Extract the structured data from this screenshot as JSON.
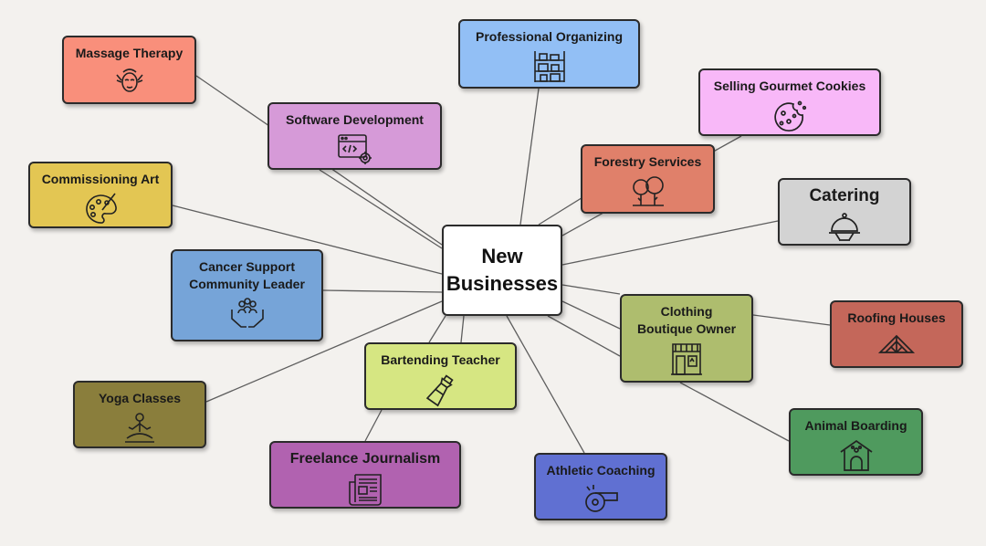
{
  "center": {
    "label": "New\nBusinesses"
  },
  "nodes": [
    {
      "id": "massage",
      "label": "Massage Therapy",
      "color": "#f98f7b",
      "icon": "face-massage-icon"
    },
    {
      "id": "organizing",
      "label": "Professional Organizing",
      "color": "#92bff5",
      "icon": "shelving-icon"
    },
    {
      "id": "cookies",
      "label": "Selling Gourmet Cookies",
      "color": "#f8b8f8",
      "icon": "cookie-icon"
    },
    {
      "id": "software",
      "label": "Software Development",
      "color": "#d69ad8",
      "icon": "code-window-icon"
    },
    {
      "id": "forestry",
      "label": "Forestry Services",
      "color": "#e0806a",
      "icon": "trees-icon"
    },
    {
      "id": "art",
      "label": "Commissioning Art",
      "color": "#e3c653",
      "icon": "palette-icon"
    },
    {
      "id": "catering",
      "label": "Catering",
      "color": "#d3d3d3",
      "icon": "cloche-icon"
    },
    {
      "id": "cancer",
      "label": "Cancer Support\nCommunity Leader",
      "color": "#76a4d8",
      "icon": "community-hands-icon"
    },
    {
      "id": "clothing",
      "label": "Clothing\nBoutique Owner",
      "color": "#aebd6e",
      "icon": "storefront-icon"
    },
    {
      "id": "roofing",
      "label": "Roofing Houses",
      "color": "#c4675a",
      "icon": "roof-icon"
    },
    {
      "id": "bartending",
      "label": "Bartending Teacher",
      "color": "#d6e682",
      "icon": "shaker-icon"
    },
    {
      "id": "yoga",
      "label": "Yoga Classes",
      "color": "#8a7e3c",
      "icon": "meditation-icon"
    },
    {
      "id": "journalism",
      "label": "Freelance Journalism",
      "color": "#b162b0",
      "icon": "newspaper-icon"
    },
    {
      "id": "athletic",
      "label": "Athletic Coaching",
      "color": "#6070d2",
      "icon": "whistle-icon"
    },
    {
      "id": "animal",
      "label": "Animal Boarding",
      "color": "#4f9a5e",
      "icon": "doghouse-icon"
    }
  ]
}
